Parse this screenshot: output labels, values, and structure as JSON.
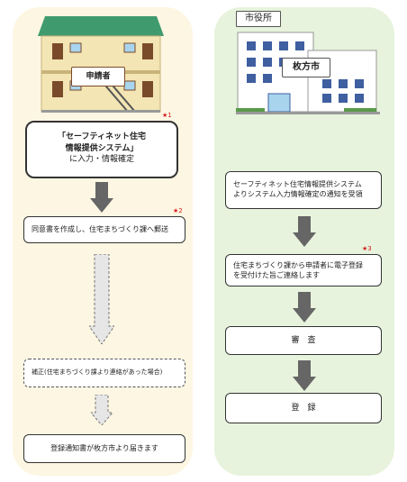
{
  "left": {
    "applicant_label": "申請者",
    "box1": {
      "title_line1": "「セーフティネット住宅",
      "title_line2": "情報提供システム」",
      "line3": "に入力・情報確定"
    },
    "box2": "同意書を作成し、住宅まちづくり課へ郵送",
    "box3": "補正(住宅まちづくり課より連絡があった場合)",
    "box4": "登録通知書が枚方市より届きます"
  },
  "right": {
    "cityhall_sign": "市役所",
    "city_name": "枚方市",
    "box1_line1": "セーフティネット住宅情報提供システム",
    "box1_line2": "よりシステム入力情報確定の通知を受領",
    "box2_line1": "住宅まちづくり課から申請者に電子登録",
    "box2_line2": "を受付けた旨ご連絡します",
    "box3": "審　査",
    "box4": "登　録"
  },
  "stars": {
    "s1": "★1",
    "s2": "★2",
    "s3": "★3"
  }
}
